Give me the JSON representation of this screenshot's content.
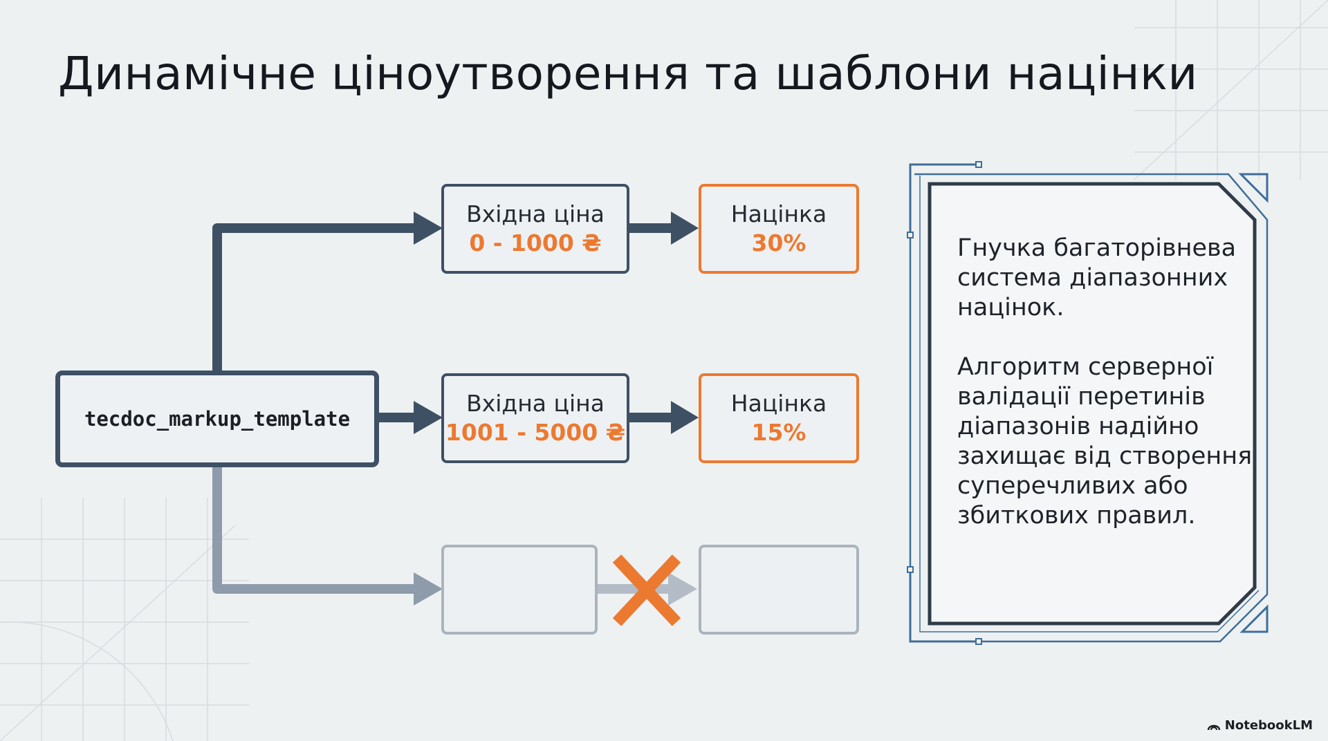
{
  "slide": {
    "title": "Динамічне ціноутворення та шаблони націнки"
  },
  "diagram": {
    "source_label": "tecdoc_markup_template",
    "rows": [
      {
        "input_label": "Вхідна ціна",
        "input_value": "0 - 1000 ₴",
        "markup_label": "Націнка",
        "markup_value": "30%",
        "state": "valid"
      },
      {
        "input_label": "Вхідна ціна",
        "input_value": "1001 - 5000 ₴",
        "markup_label": "Націнка",
        "markup_value": "15%",
        "state": "valid"
      },
      {
        "input_label": "",
        "input_value": "",
        "markup_label": "",
        "markup_value": "",
        "state": "rejected"
      }
    ],
    "reject_icon": "x-cross-icon"
  },
  "panel": {
    "paragraph_1": "Гнучка багаторівнева система діапазонних націнок.",
    "paragraph_2": "Алгоритм серверної валідації перетинів діапазонів надійно захищає від створення суперечливих або збиткових правил."
  },
  "branding": {
    "label": "NotebookLM",
    "icon": "notebooklm-logo-icon"
  },
  "colors": {
    "background": "#eef1f2",
    "dark_connector": "#3e5064",
    "accent_orange": "#ec7930",
    "faded": "#aab4be",
    "panel_border": "#3d6d9a"
  }
}
